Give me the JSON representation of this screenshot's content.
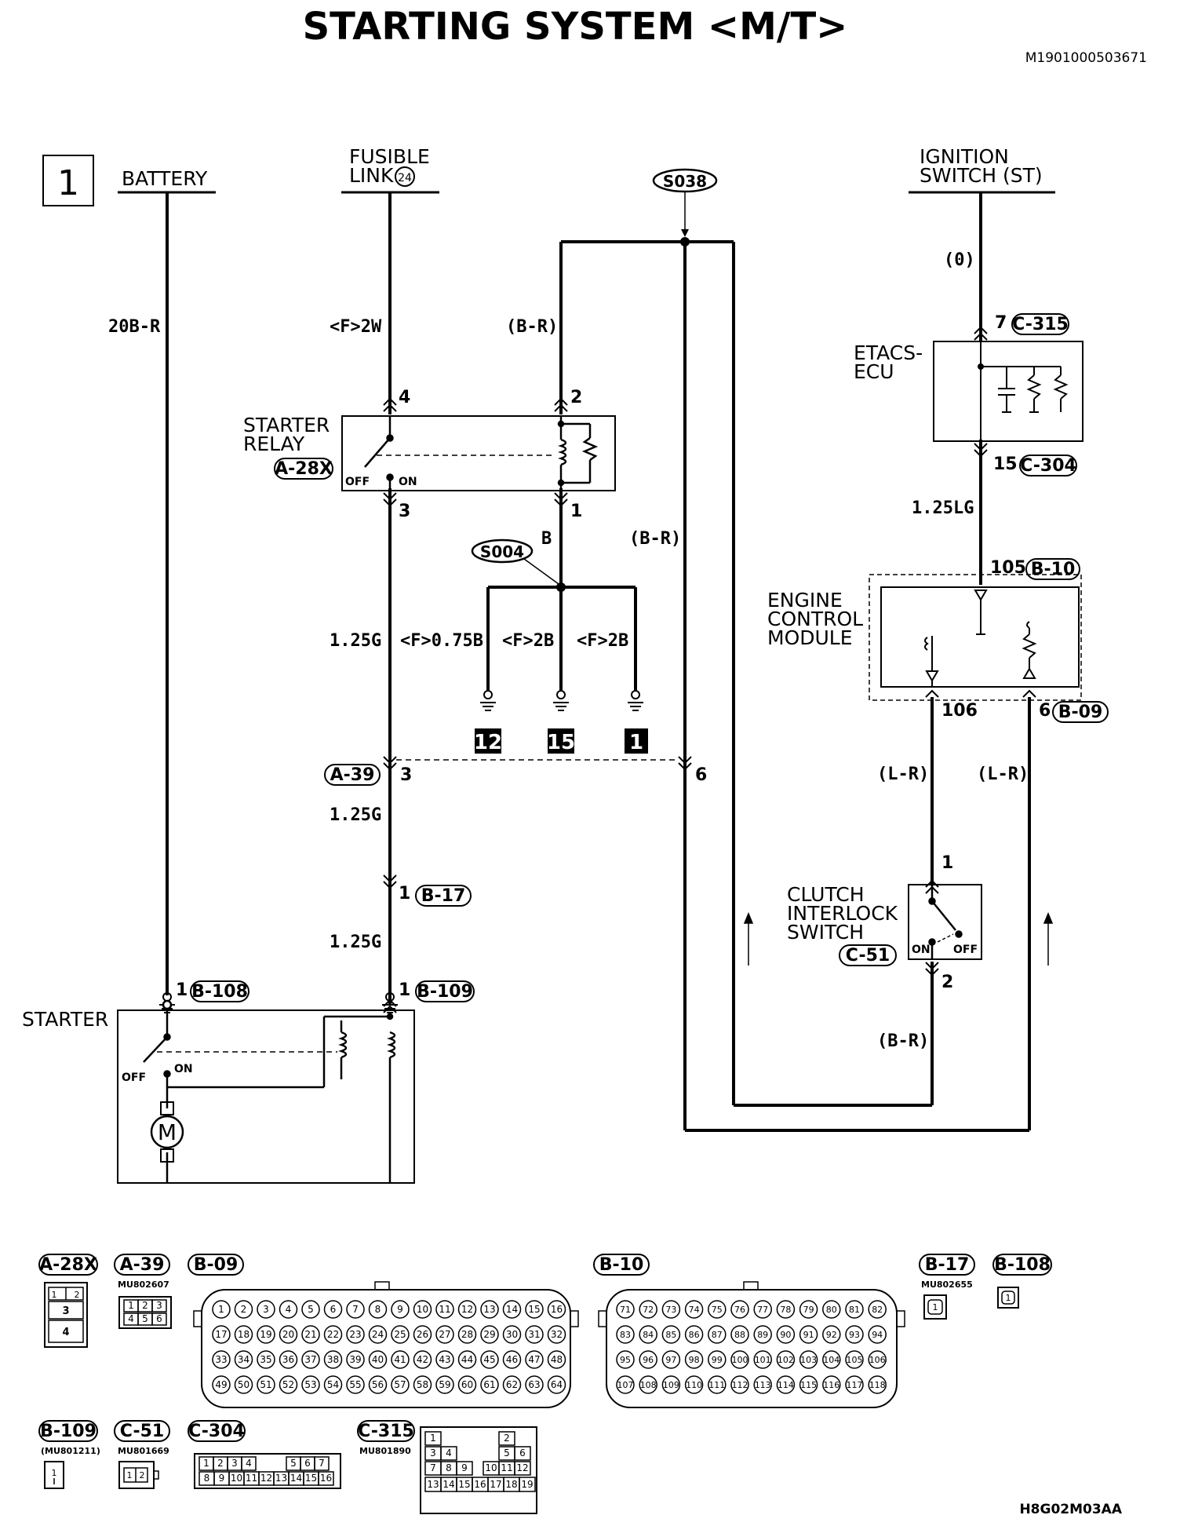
{
  "title": "STARTING SYSTEM <M/T>",
  "doc_id": "M1901000503671",
  "figure_code": "H8G02M03AA",
  "page_box": "1",
  "sources": {
    "battery": "BATTERY",
    "fusible_link_1": "FUSIBLE",
    "fusible_link_2": "LINK",
    "fusible_link_num": "24",
    "ignition_1": "IGNITION",
    "ignition_2": "SWITCH (ST)"
  },
  "splices": {
    "s038": "S038",
    "s004": "S004"
  },
  "components": {
    "starter_relay_1": "STARTER",
    "starter_relay_2": "RELAY",
    "starter_relay_conn": "A-28X",
    "etacs_1": "ETACS-",
    "etacs_2": "ECU",
    "ecm_1": "ENGINE",
    "ecm_2": "CONTROL",
    "ecm_3": "MODULE",
    "clutch_1": "CLUTCH",
    "clutch_2": "INTERLOCK",
    "clutch_3": "SWITCH",
    "clutch_conn": "C-51",
    "starter": "STARTER",
    "motor": "M",
    "off": "OFF",
    "on": "ON"
  },
  "wires": {
    "battery": "20B-R",
    "fusible": "<F>2W",
    "s038_left": "(B-R)",
    "ign": "(0)",
    "etacs_ecm": "1.25LG",
    "relay_out_b": "B",
    "relay_out_br": "(B-R)",
    "relay3_a": "1.25G",
    "g12": "<F>0.75B",
    "g15": "<F>2B",
    "g1": "<F>2B",
    "a39_b17": "1.25G",
    "b17_b109": "1.25G",
    "ecm106": "(L-R)",
    "ecm6": "(L-R)",
    "clutch_out": "(B-R)"
  },
  "pins": {
    "relay_4": "4",
    "relay_2": "2",
    "relay_3": "3",
    "relay_1": "1",
    "etacs_7": "7",
    "etacs_7_conn": "C-315",
    "etacs_15": "15",
    "etacs_15_conn": "C-304",
    "ecm_105": "105",
    "ecm_105_conn": "B-10",
    "ecm_106": "106",
    "ecm_6": "6",
    "ecm_6_conn": "B-09",
    "a39_conn": "A-39",
    "a39_3": "3",
    "a39_6": "6",
    "b17_1": "1",
    "b17_conn": "B-17",
    "b108_1": "1",
    "b108_conn": "B-108",
    "b109_1": "1",
    "b109_conn": "B-109",
    "clutch_1": "1",
    "clutch_2": "2"
  },
  "grounds": {
    "g12": "12",
    "g15": "15",
    "g1": "1"
  },
  "connectors": {
    "a28x": {
      "label": "A-28X",
      "pins": [
        "1",
        "2",
        "3",
        "4"
      ]
    },
    "a39": {
      "label": "A-39",
      "part": "MU802607",
      "pins": [
        "1",
        "2",
        "3",
        "4",
        "5",
        "6"
      ]
    },
    "b09": {
      "label": "B-09",
      "rows": [
        [
          "1",
          "2",
          "3",
          "4",
          "5",
          "6",
          "7",
          "8",
          "9",
          "10",
          "11",
          "12",
          "13",
          "14",
          "15",
          "16"
        ],
        [
          "17",
          "18",
          "19",
          "20",
          "21",
          "22",
          "23",
          "24",
          "25",
          "26",
          "27",
          "28",
          "29",
          "30",
          "31",
          "32"
        ],
        [
          "33",
          "34",
          "35",
          "36",
          "37",
          "38",
          "39",
          "40",
          "41",
          "42",
          "43",
          "44",
          "45",
          "46",
          "47",
          "48"
        ],
        [
          "49",
          "50",
          "51",
          "52",
          "53",
          "54",
          "55",
          "56",
          "57",
          "58",
          "59",
          "60",
          "61",
          "62",
          "63",
          "64"
        ]
      ]
    },
    "b10": {
      "label": "B-10",
      "rows": [
        [
          "71",
          "72",
          "73",
          "74",
          "75",
          "76",
          "77",
          "78",
          "79",
          "80",
          "81",
          "82"
        ],
        [
          "83",
          "84",
          "85",
          "86",
          "87",
          "88",
          "89",
          "90",
          "91",
          "92",
          "93",
          "94"
        ],
        [
          "95",
          "96",
          "97",
          "98",
          "99",
          "100",
          "101",
          "102",
          "103",
          "104",
          "105",
          "106"
        ],
        [
          "107",
          "108",
          "109",
          "110",
          "111",
          "112",
          "113",
          "114",
          "115",
          "116",
          "117",
          "118"
        ]
      ]
    },
    "b17": {
      "label": "B-17",
      "part": "MU802655",
      "pins": [
        "1"
      ]
    },
    "b108": {
      "label": "B-108",
      "pins": [
        "1"
      ]
    },
    "b109": {
      "label": "B-109",
      "part": "(MU801211)",
      "pins": [
        "1"
      ]
    },
    "c51": {
      "label": "C-51",
      "part": "MU801669",
      "pins": [
        "1",
        "2"
      ]
    },
    "c304": {
      "label": "C-304",
      "rows": [
        [
          "1",
          "2",
          "3",
          "4",
          "5",
          "6",
          "7"
        ],
        [
          "8",
          "9",
          "10",
          "11",
          "12",
          "13",
          "14",
          "15",
          "16"
        ]
      ]
    },
    "c315": {
      "label": "C-315",
      "part": "MU801890",
      "rows": [
        [
          "1",
          "2"
        ],
        [
          "3",
          "4",
          "5",
          "6"
        ],
        [
          "7",
          "8",
          "9",
          "10",
          "11",
          "12"
        ],
        [
          "13",
          "14",
          "15",
          "16",
          "17",
          "18",
          "19"
        ]
      ]
    }
  }
}
